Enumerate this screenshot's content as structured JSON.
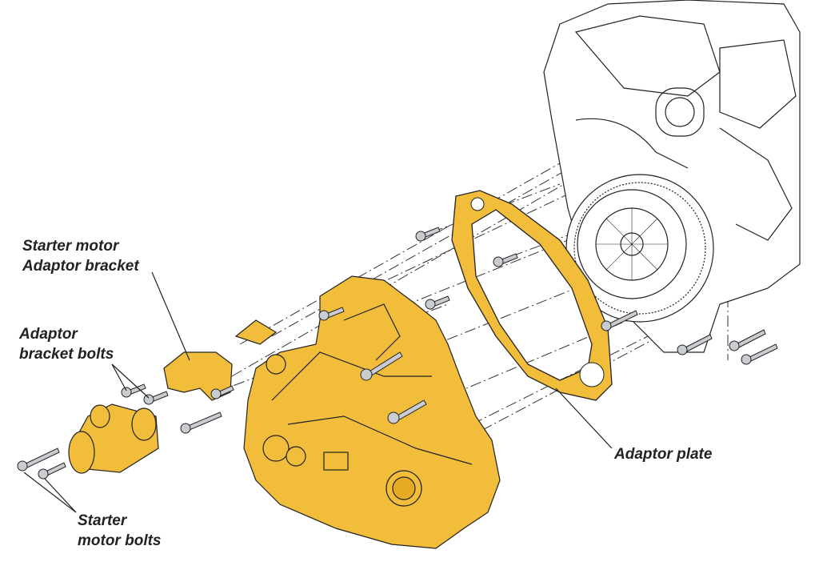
{
  "labels": {
    "starter_motor_adaptor_bracket": [
      "Starter motor",
      "Adaptor bracket"
    ],
    "adaptor_bracket_bolts": [
      "Adaptor",
      "bracket bolts"
    ],
    "adaptor_plate": "Adaptor plate",
    "starter_motor_bolts": [
      "Starter",
      "motor bolts"
    ]
  },
  "colors": {
    "part_highlight": "#f2bd3a",
    "outline": "#222222",
    "bolt": "#c9ccd0"
  }
}
